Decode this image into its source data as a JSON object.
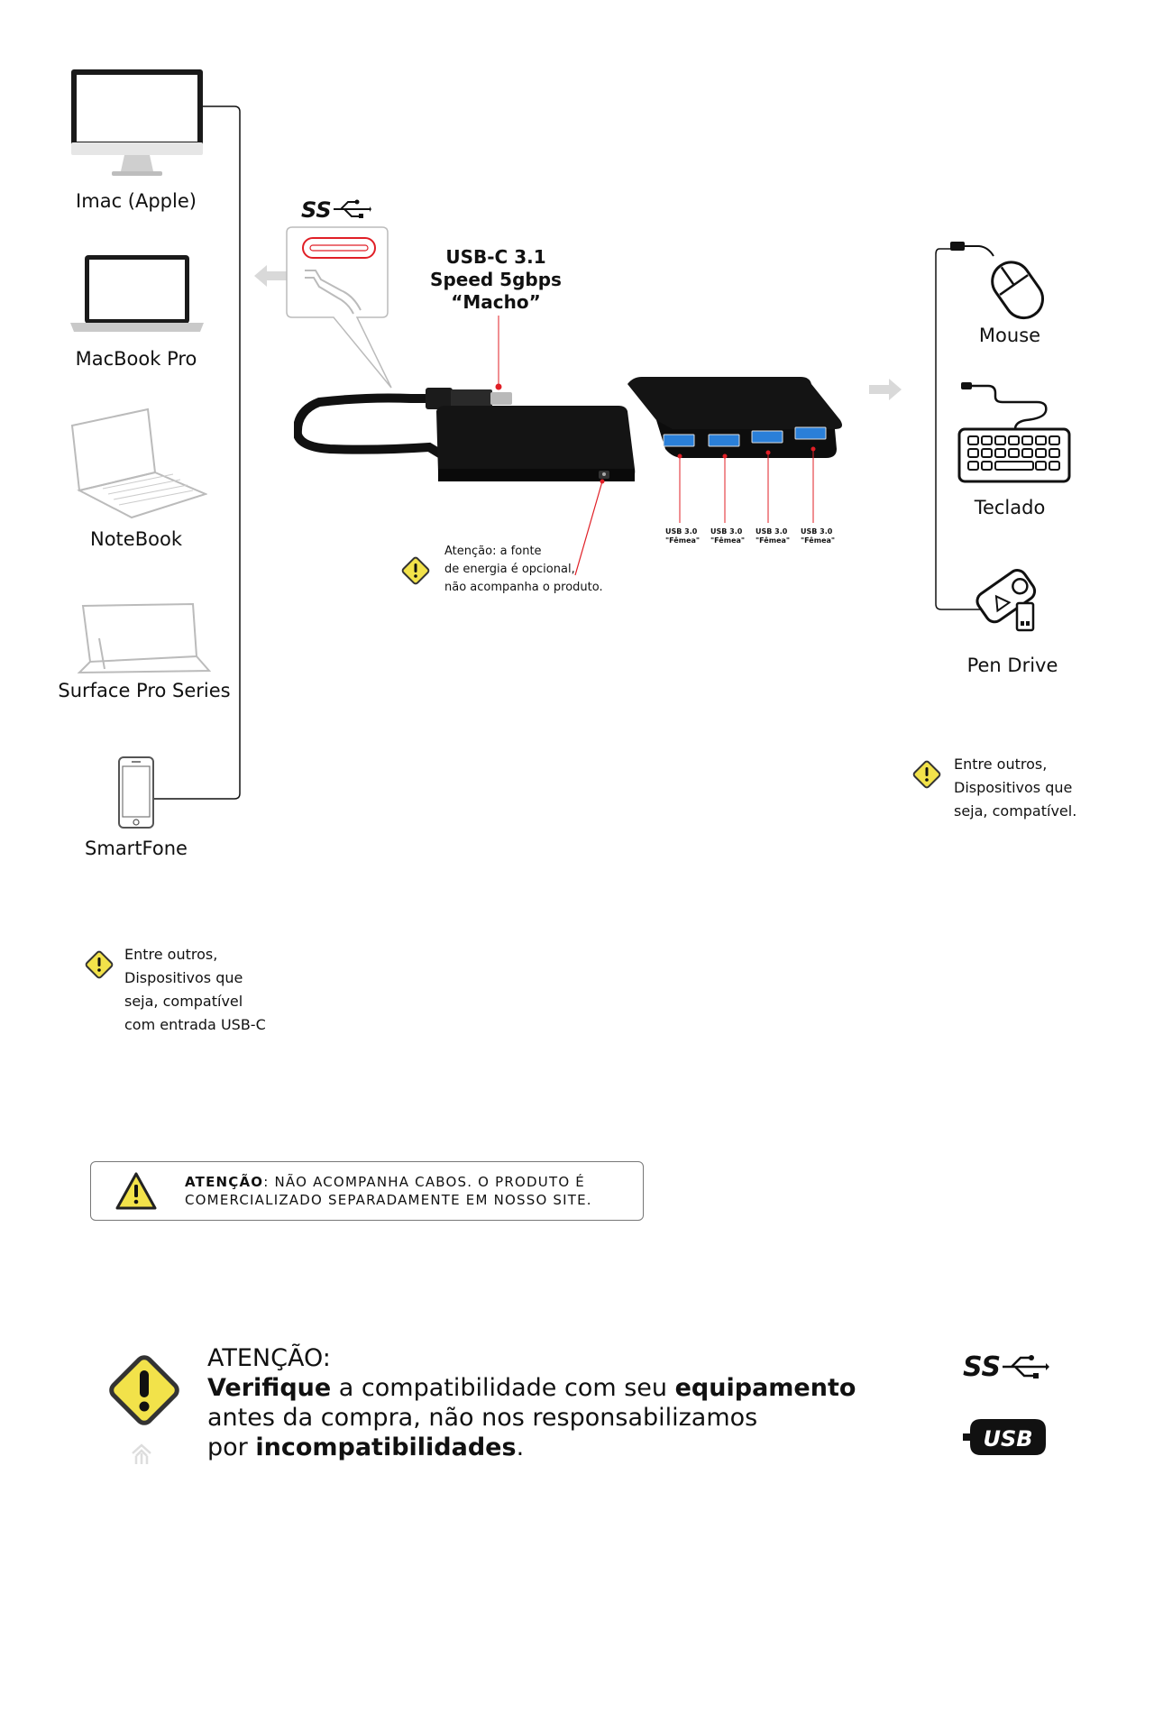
{
  "devices_left": {
    "imac": "Imac (Apple)",
    "macbook": "MacBook Pro",
    "notebook": "NoteBook",
    "surface": "Surface Pro Series",
    "smartphone": "SmartFone"
  },
  "devices_right": {
    "mouse": "Mouse",
    "keyboard": "Teclado",
    "pendrive": "Pen Drive"
  },
  "connector": {
    "line1": "USB-C 3.1",
    "line2": "Speed 5gbps",
    "line3": "“Macho”"
  },
  "ports": [
    {
      "line1": "USB 3.0",
      "line2": "\"Fêmea\""
    },
    {
      "line1": "USB 3.0",
      "line2": "\"Fêmea\""
    },
    {
      "line1": "USB 3.0",
      "line2": "\"Fêmea\""
    },
    {
      "line1": "USB 3.0",
      "line2": "\"Fêmea\""
    }
  ],
  "power_note": {
    "line1": "Atenção: a fonte",
    "line2": "de energia é opcional,",
    "line3": "não acompanha o produto."
  },
  "right_note": {
    "line1": "Entre outros,",
    "line2": "Dispositivos que",
    "line3": "seja, compatível."
  },
  "left_note": {
    "line1": "Entre outros,",
    "line2": "Dispositivos que",
    "line3": "seja, compatível",
    "line4": "com entrada  USB-C"
  },
  "cables_warning": {
    "bold": "ATENÇÃO",
    "rest1": ": NÃO ACOMPANHA CABOS. O PRODUTO É",
    "rest2": "COMERCIALIZADO SEPARADAMENTE EM NOSSO SITE."
  },
  "compat_warning": {
    "title": "ATENÇÃO:",
    "w1": "Verifique",
    "t1": " a compatibilidade com seu ",
    "w2": "equipamento",
    "line2": "antes da compra, não nos responsabilizamos",
    "t3": "por ",
    "w3": "incompatibilidades",
    "t4": "."
  },
  "logos": {
    "ss": "SS",
    "usb": "USB"
  },
  "colors": {
    "accent_red": "#e01f26",
    "warning_yellow": "#f2e24a",
    "port_blue": "#2a7fd8"
  },
  "icons": [
    "ss-usb-logo",
    "usb-c-connector",
    "warning-icon",
    "arrow-left-icon",
    "arrow-right-icon",
    "usb-badge-logo"
  ]
}
